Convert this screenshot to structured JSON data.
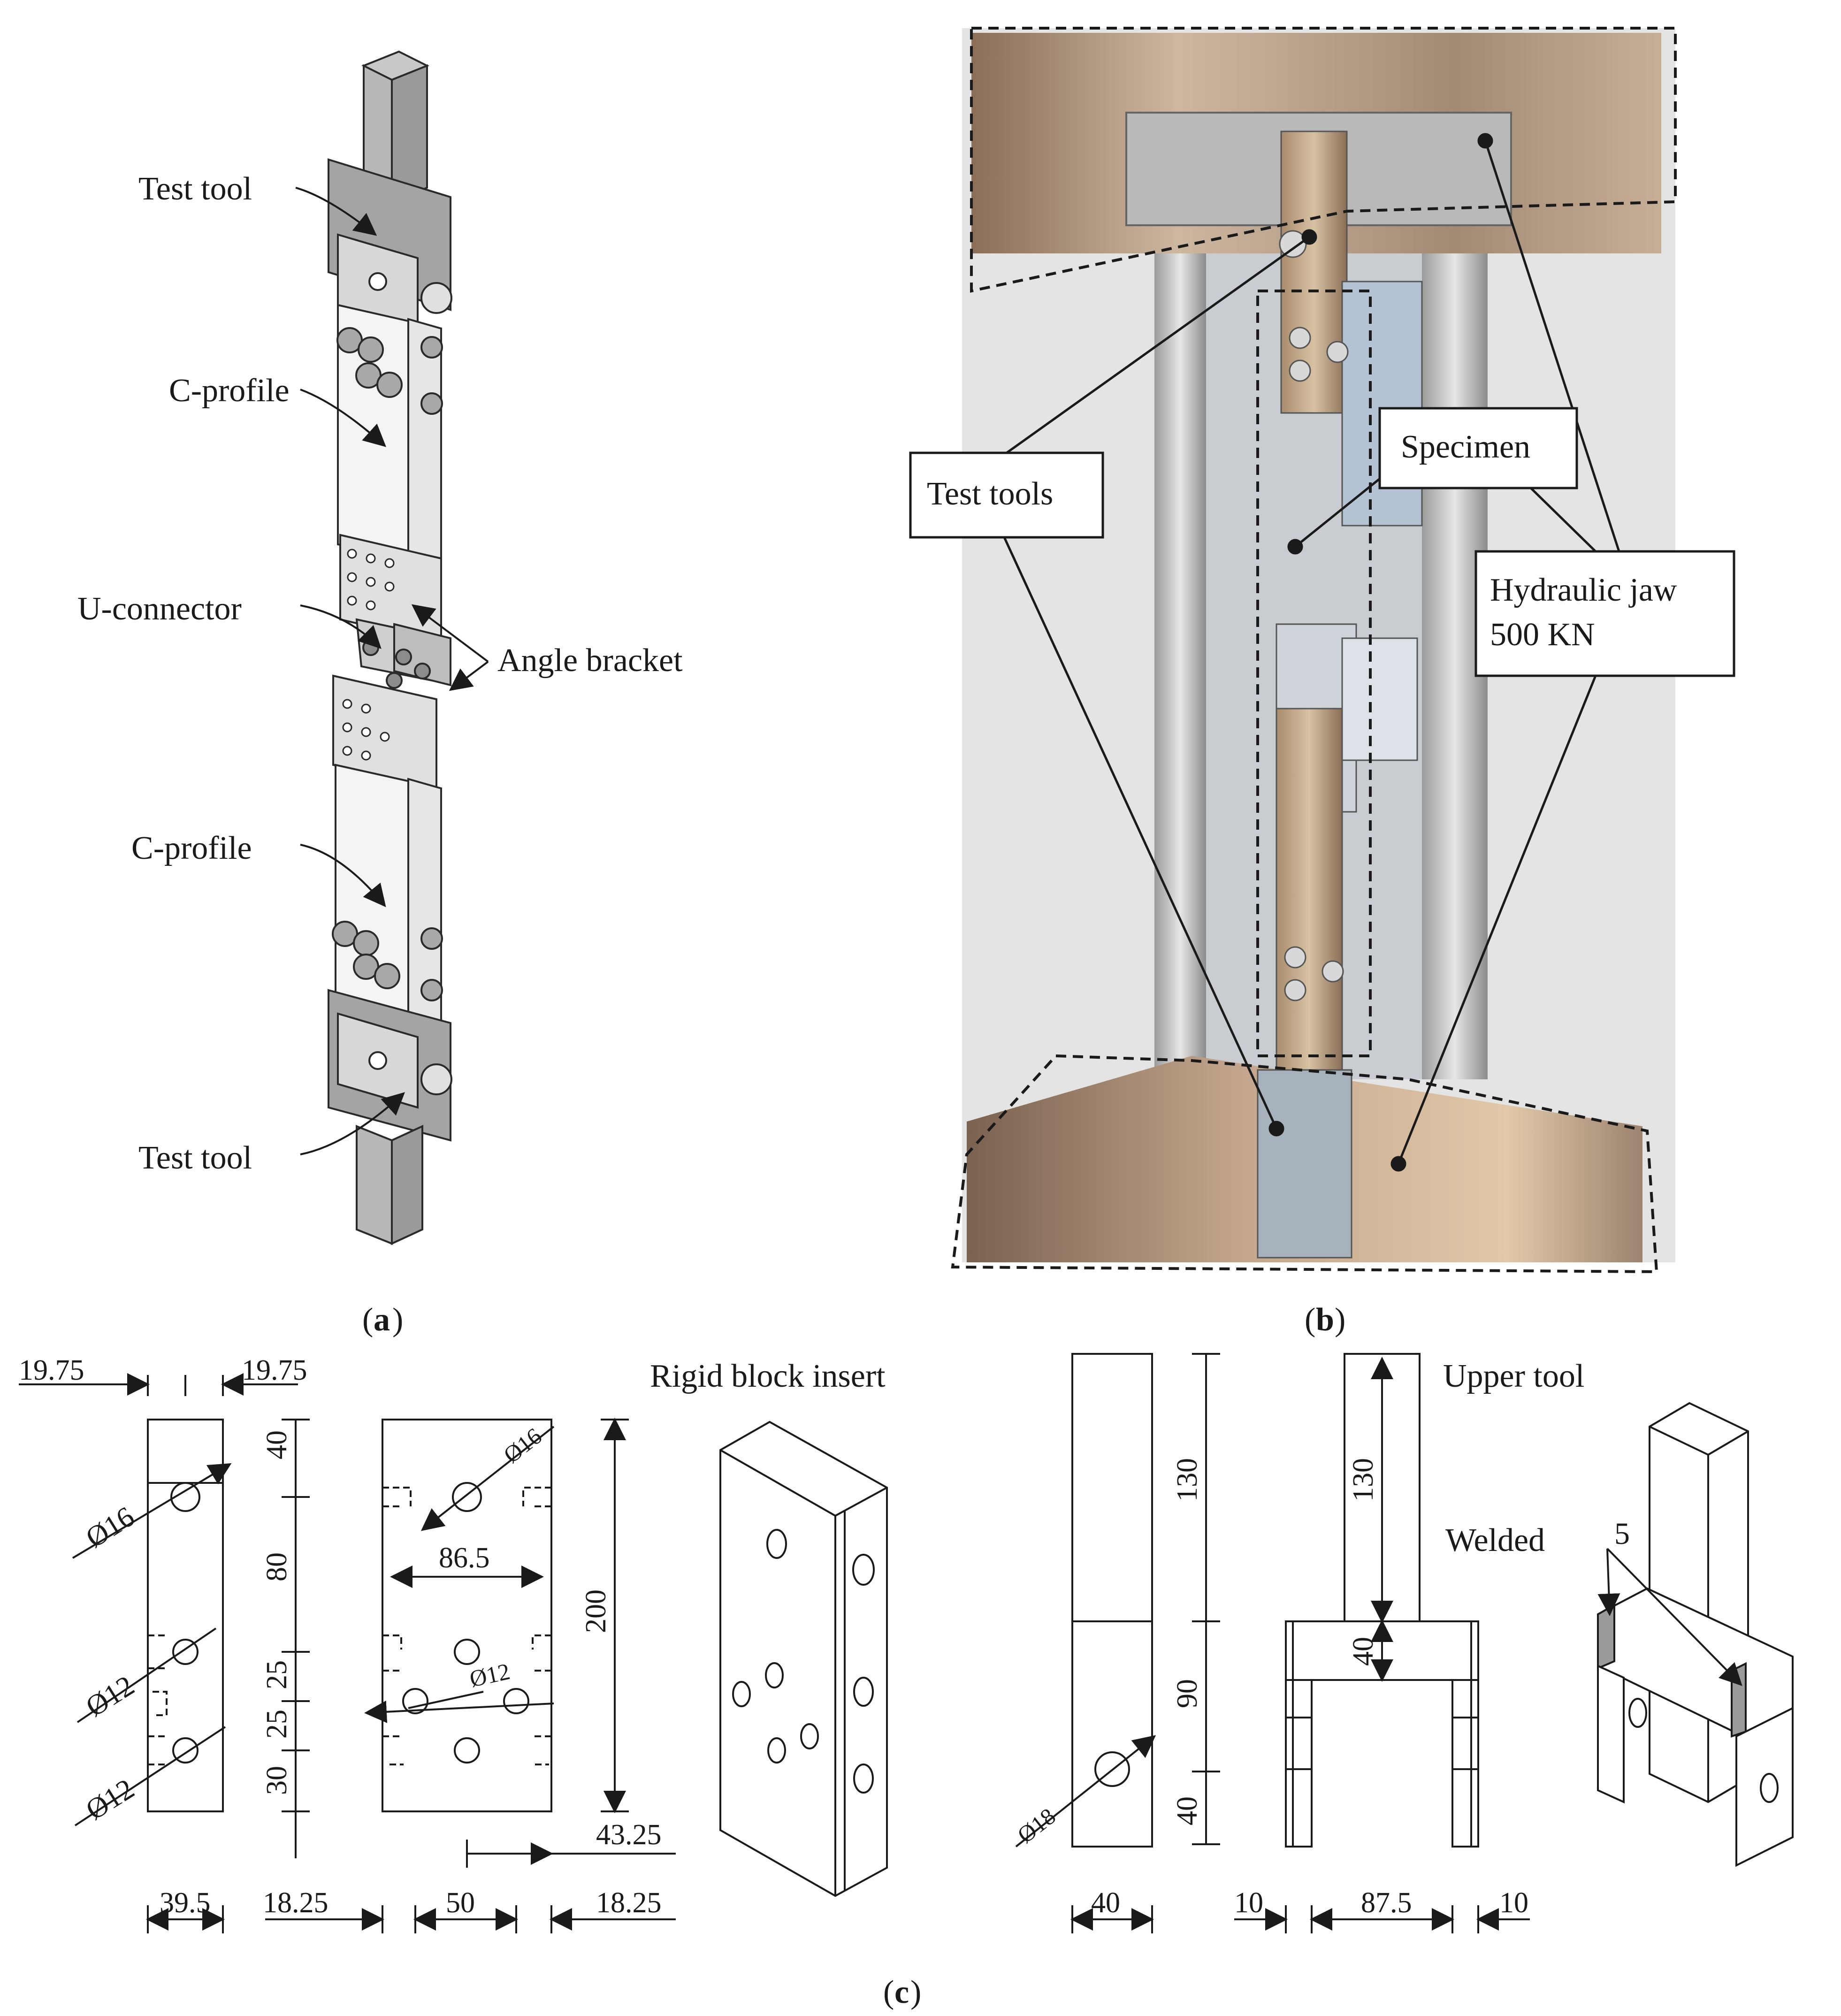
{
  "panel_a": {
    "caption": "a",
    "labels": {
      "test_tool_top": "Test tool",
      "c_profile_top": "C-profile",
      "u_connector": "U-connector",
      "angle_bracket": "Angle bracket",
      "c_profile_bottom": "C-profile",
      "test_tool_bottom": "Test tool"
    }
  },
  "panel_b": {
    "caption": "b",
    "labels": {
      "test_tools": "Test tools",
      "specimen": "Specimen",
      "hydraulic_jaw_line1": "Hydraulic jaw",
      "hydraulic_jaw_line2": "500 KN"
    }
  },
  "panel_c": {
    "caption": "c",
    "rigid_block_insert": {
      "title": "Rigid block insert",
      "dims": {
        "left_width": "19.75",
        "right_width": "19.75",
        "v40": "40",
        "v80": "80",
        "v25a": "25",
        "v25b": "25",
        "v30": "30",
        "height": "200",
        "inner_width": "86.5",
        "hole16_side": "Ø16",
        "hole16_front": "Ø16",
        "hole12a": "Ø12",
        "hole12b": "Ø12",
        "hole12_front": "Ø12",
        "offset": "43.25",
        "side_width": "39.5",
        "b18a": "18.25",
        "b50": "50",
        "b18b": "18.25"
      }
    },
    "upper_tool": {
      "title": "Upper tool",
      "welded": "Welded",
      "weld_size": "5",
      "dims": {
        "v130_left": "130",
        "v90": "90",
        "v40_left": "40",
        "v130_inner": "130",
        "v40_inner": "40",
        "hole18": "Ø18",
        "w40": "40",
        "w10a": "10",
        "w87": "87.5",
        "w10b": "10"
      }
    }
  },
  "colors": {
    "ink": "#1a1a1a",
    "steel": "#9a9a9a",
    "steel_dark": "#6e6e6e",
    "plate": "#d4d4d4",
    "photo_bg": "#e8e8e8"
  }
}
